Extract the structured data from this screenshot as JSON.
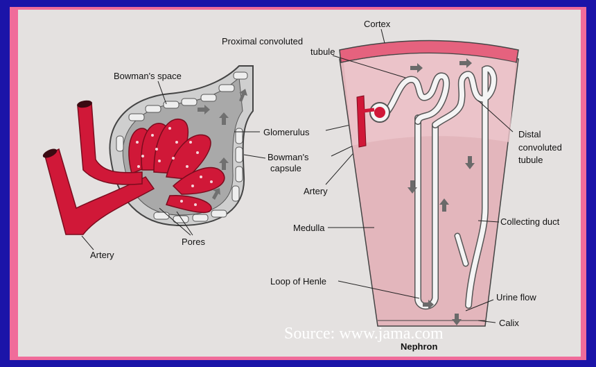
{
  "labels": {
    "bowmans_space": "Bowman's space",
    "glomerulus": "Glomerulus",
    "bowmans_capsule_line1": "Bowman's",
    "bowmans_capsule_line2": "capsule",
    "artery_right": "Artery",
    "artery_left": "Artery",
    "pores": "Pores",
    "cortex": "Cortex",
    "proximal_line1": "Proximal convoluted",
    "proximal_line2": "tubule",
    "distal_line1": "Distal",
    "distal_line2": "convoluted",
    "distal_line3": "tubule",
    "medulla": "Medulla",
    "collecting_duct": "Collecting duct",
    "loop_of_henle": "Loop of Henle",
    "urine_flow": "Urine flow",
    "calix": "Calix",
    "nephron": "Nephron"
  },
  "source": "Source:  www.jama.com",
  "colors": {
    "background": "#1b14a8",
    "frame": "#f06c9a",
    "panel": "#e4e1e0",
    "artery": "#d01838",
    "cortex": "#e5627e",
    "medulla": "#e3b6bc",
    "tubule": "#f4f4f4"
  }
}
